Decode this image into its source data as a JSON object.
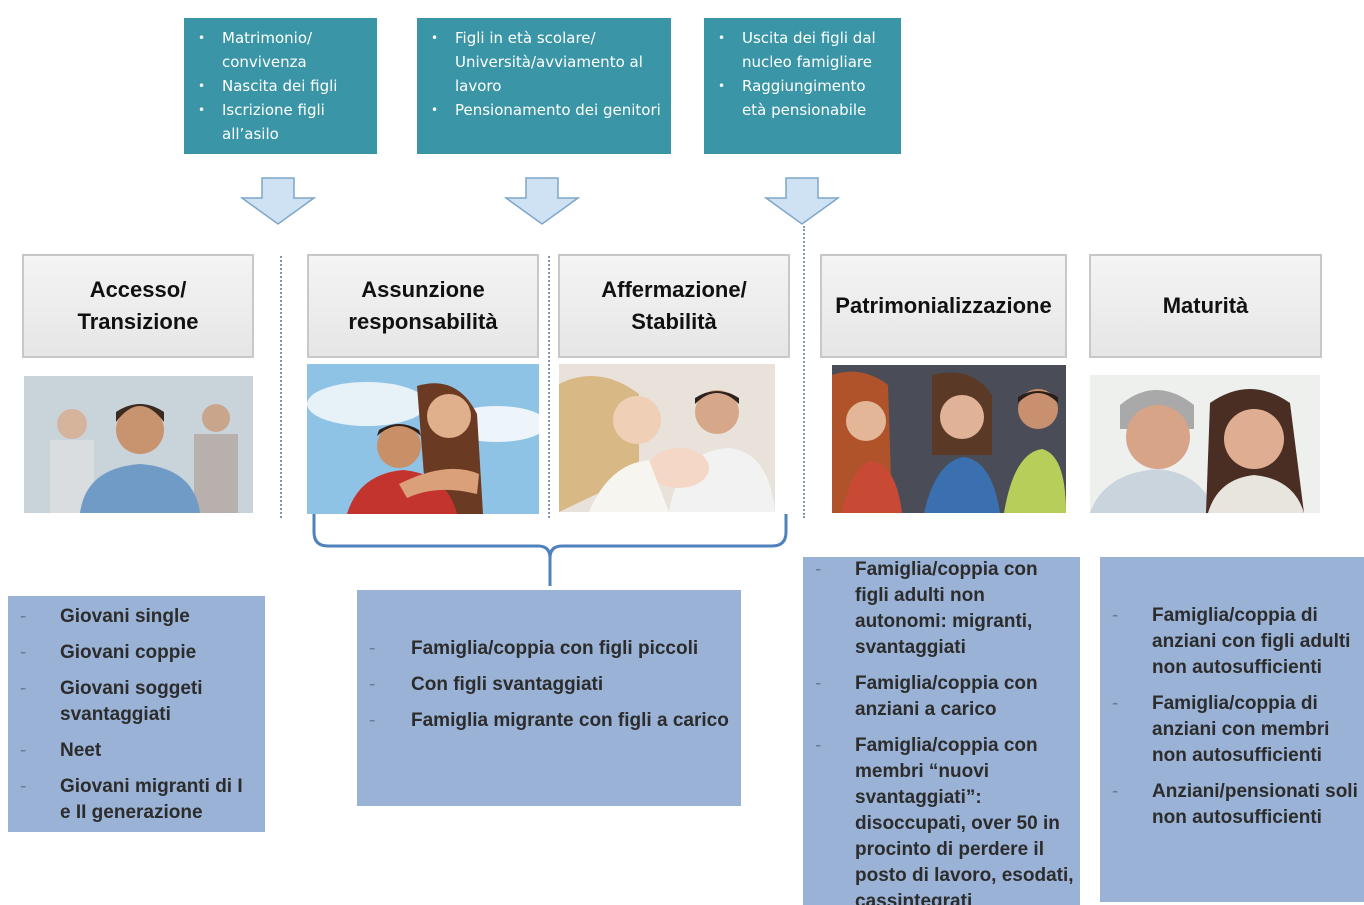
{
  "events": [
    {
      "items": [
        "Matrimonio/ convivenza",
        "Nascita dei figli",
        "Iscrizione figli all’asilo"
      ]
    },
    {
      "items": [
        "Figli in età scolare/ Università/avviamento al lavoro",
        "Pensionamento dei genitori"
      ]
    },
    {
      "items": [
        "Uscita dei figli dal nucleo famigliare",
        "Raggiungimento età pensionabile"
      ]
    }
  ],
  "stages": [
    {
      "label": "Accesso/ Transizione"
    },
    {
      "label": "Assunzione responsabilità"
    },
    {
      "label": "Affermazione/ Stabilità"
    },
    {
      "label": "Patrimonializzazione"
    },
    {
      "label": "Maturità"
    }
  ],
  "targets": [
    {
      "items": [
        "Giovani  single",
        "Giovani coppie",
        "Giovani soggeti svantaggiati",
        "Neet",
        "Giovani migranti di I e II generazione"
      ]
    },
    {
      "items": [
        "Famiglia/coppia con figli piccoli",
        "Con figli svantaggiati",
        "Famiglia migrante con figli a carico"
      ]
    },
    {
      "items": [
        "Famiglia/coppia con figli adulti non autonomi: migranti, svantaggiati",
        "Famiglia/coppia con anziani a carico",
        "Famiglia/coppia con membri “nuovi svantaggiati”: disoccupati, over 50 in procinto di perdere il posto di lavoro, esodati, cassintegrati"
      ]
    },
    {
      "items": [
        "Famiglia/coppia di anziani con figli adulti non autosufficienti",
        "Famiglia/coppia di anziani con membri non autosufficienti",
        "Anziani/pensionati soli non autosufficienti"
      ]
    }
  ],
  "colors": {
    "event_box": "#3a96a6",
    "target_box": "#99b2d6",
    "arrow": "#cfe2f3",
    "bracket": "#4f81bd"
  }
}
